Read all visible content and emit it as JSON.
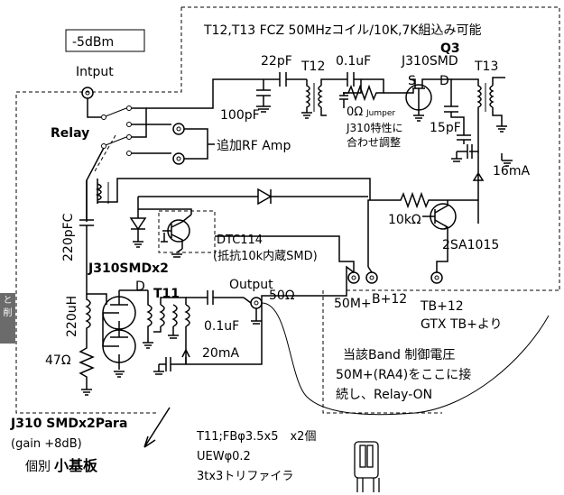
{
  "labels": {
    "level": "-5dBm",
    "t12_t13_note": "T12,T13 FCZ 50MHzコイル/10K,7K組込み可能",
    "q3": "Q3",
    "input": "Intput",
    "c22p": "22pF",
    "t12": "T12",
    "c01u_top": "0.1uF",
    "j310smd": "J310SMD",
    "t13": "T13",
    "s": "S",
    "d_top": "D",
    "c100p": "100pF",
    "relay": "Relay",
    "zero_ohm": "0Ω",
    "jumper": "Jumper",
    "j310_adjust1": "J310特性に",
    "j310_adjust2": "合わせ調整",
    "c15p": "15pF",
    "rf_amp": "追加RF Amp",
    "i16ma": "16mA",
    "c220pfc": "220pFC",
    "r10k": "10kΩ",
    "dtc114": "DTC114",
    "dtc114_note": "(抵抗10k内蔵SMD)",
    "sa1015": "2SA1015",
    "j310x2": "J310SMDx2",
    "d_left": "D",
    "t11": "T11",
    "output": "Output",
    "r50": "50Ω",
    "b12_1": "50M+",
    "b12_2": "B+12",
    "tb12": "TB+12",
    "gtx": "GTX TB+より",
    "l220u": "220uH",
    "c01u_bot": "0.1uF",
    "i20ma": "20mA",
    "r47": "47Ω",
    "band_ctrl": "当該Band 制御電圧",
    "ra4_1": "50M+(RA4)をここに接",
    "ra4_2": "続し、Relay-ON",
    "j310para": "J310 SMDx2Para",
    "gain": "(gain +8dB)",
    "board_1": "個別",
    "board_2": "小基板",
    "t11_spec1": "T11;FBφ3.5x5　x2個",
    "t11_spec2": "UEWφ0.2",
    "t11_spec3": "3tx3トリファイラ",
    "side_tab": "と 削"
  }
}
